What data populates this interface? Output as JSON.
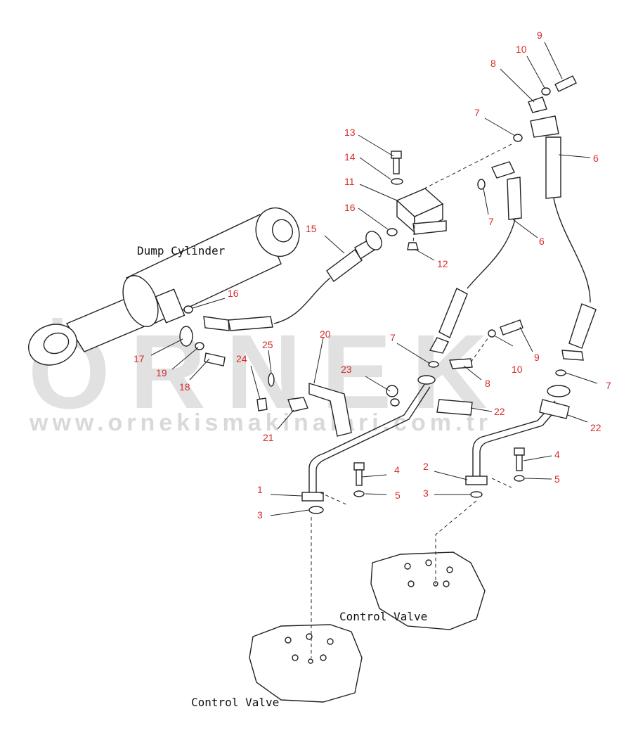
{
  "captions": {
    "dump_cylinder": "Dump Cylinder",
    "control_valve_left": "Control Valve",
    "control_valve_right": "Control Valve"
  },
  "watermark": {
    "brand": "ÖRNEK",
    "url": "www.ornekismakinalari.com.tr"
  },
  "callouts": {
    "c1": "1",
    "c2": "2",
    "c3a": "3",
    "c3b": "3",
    "c4a": "4",
    "c4b": "4",
    "c5a": "5",
    "c5b": "5",
    "c6a": "6",
    "c6b": "6",
    "c7a": "7",
    "c7b": "7",
    "c7c": "7",
    "c7d": "7",
    "c8a": "8",
    "c8b": "8",
    "c9a": "9",
    "c9b": "9",
    "c10a": "10",
    "c10b": "10",
    "c11": "11",
    "c12": "12",
    "c13": "13",
    "c14": "14",
    "c15": "15",
    "c16a": "16",
    "c16b": "16",
    "c17": "17",
    "c18": "18",
    "c19": "19",
    "c20": "20",
    "c21": "21",
    "c22a": "22",
    "c22b": "22",
    "c23": "23",
    "c24": "24",
    "c25": "25"
  },
  "colors": {
    "callout": "#d92b2b",
    "watermark": "#c9c9c9",
    "line": "#222222"
  }
}
